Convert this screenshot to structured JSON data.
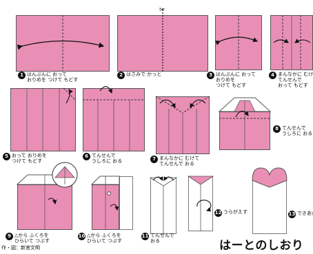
{
  "title": "はーとのしおり",
  "credit": "作・図：新宮文明",
  "steps": [
    {
      "num": "1",
      "text": "はんぶんに おって\nおりめを つけて もどす"
    },
    {
      "num": "2",
      "text": "はさみで かっと"
    },
    {
      "num": "3",
      "text": "はんぶんに おって\nおりめを\nつけて もどす"
    },
    {
      "num": "4",
      "text": "まんなかに むけ\nてんせんで\nおって もどす"
    },
    {
      "num": "5",
      "text": "おって おりめを\nつけて もどす"
    },
    {
      "num": "6",
      "text": "てんせんで\nうしろに おる"
    },
    {
      "num": "7",
      "text": "まんなかに むけて\nてんせんで おる"
    },
    {
      "num": "8",
      "text": "てんせんで\nうしろに おる"
    },
    {
      "num": "9",
      "text": "△から ふくろを\nひらいて つぶす"
    },
    {
      "num": "10",
      "text": "△から ふくろを\nひらいて つぶす"
    },
    {
      "num": "11",
      "text": "てんせんで\nおる"
    },
    {
      "num": "12",
      "text": "うらがえす"
    },
    {
      "num": "13",
      "text": "できあがり"
    }
  ],
  "colors": {
    "paper": "#e98fb6",
    "line": "#333333"
  }
}
